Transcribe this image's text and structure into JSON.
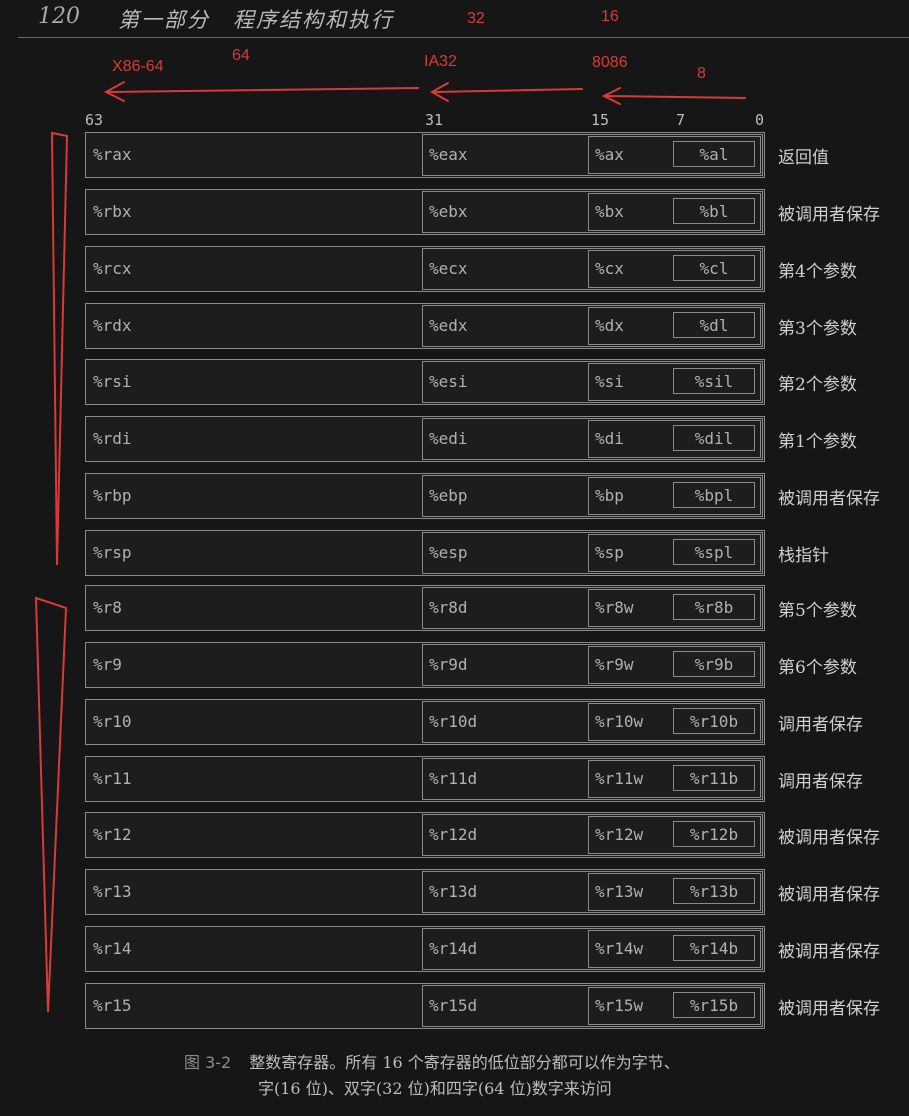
{
  "header": {
    "page_number": "120",
    "chapter_title": "第一部分　程序结构和执行"
  },
  "annotations": {
    "top_numbers": [
      "32",
      "16"
    ],
    "arrow_labels": [
      "X86-64",
      "64",
      "IA32",
      "8086",
      "8"
    ],
    "color": "#d93a35"
  },
  "figure": {
    "bit_positions": [
      "63",
      "31",
      "15",
      "7",
      "0"
    ],
    "registers": [
      {
        "r64": "%rax",
        "r32": "%eax",
        "r16": "%ax",
        "r8": "%al",
        "purpose": "返回值"
      },
      {
        "r64": "%rbx",
        "r32": "%ebx",
        "r16": "%bx",
        "r8": "%bl",
        "purpose": "被调用者保存"
      },
      {
        "r64": "%rcx",
        "r32": "%ecx",
        "r16": "%cx",
        "r8": "%cl",
        "purpose": "第4个参数"
      },
      {
        "r64": "%rdx",
        "r32": "%edx",
        "r16": "%dx",
        "r8": "%dl",
        "purpose": "第3个参数"
      },
      {
        "r64": "%rsi",
        "r32": "%esi",
        "r16": "%si",
        "r8": "%sil",
        "purpose": "第2个参数"
      },
      {
        "r64": "%rdi",
        "r32": "%edi",
        "r16": "%di",
        "r8": "%dil",
        "purpose": "第1个参数"
      },
      {
        "r64": "%rbp",
        "r32": "%ebp",
        "r16": "%bp",
        "r8": "%bpl",
        "purpose": "被调用者保存"
      },
      {
        "r64": "%rsp",
        "r32": "%esp",
        "r16": "%sp",
        "r8": "%spl",
        "purpose": "栈指针"
      },
      {
        "r64": "%r8",
        "r32": "%r8d",
        "r16": "%r8w",
        "r8": "%r8b",
        "purpose": "第5个参数"
      },
      {
        "r64": "%r9",
        "r32": "%r9d",
        "r16": "%r9w",
        "r8": "%r9b",
        "purpose": "第6个参数"
      },
      {
        "r64": "%r10",
        "r32": "%r10d",
        "r16": "%r10w",
        "r8": "%r10b",
        "purpose": "调用者保存"
      },
      {
        "r64": "%r11",
        "r32": "%r11d",
        "r16": "%r11w",
        "r8": "%r11b",
        "purpose": "调用者保存"
      },
      {
        "r64": "%r12",
        "r32": "%r12d",
        "r16": "%r12w",
        "r8": "%r12b",
        "purpose": "被调用者保存"
      },
      {
        "r64": "%r13",
        "r32": "%r13d",
        "r16": "%r13w",
        "r8": "%r13b",
        "purpose": "被调用者保存"
      },
      {
        "r64": "%r14",
        "r32": "%r14d",
        "r16": "%r14w",
        "r8": "%r14b",
        "purpose": "被调用者保存"
      },
      {
        "r64": "%r15",
        "r32": "%r15d",
        "r16": "%r15w",
        "r8": "%r15b",
        "purpose": "被调用者保存"
      }
    ],
    "caption": {
      "label": "图 3-2",
      "line1": "整数寄存器。所有 16 个寄存器的低位部分都可以作为字节、",
      "line2": "字(16 位)、双字(32 位)和四字(64 位)数字来访问"
    }
  }
}
